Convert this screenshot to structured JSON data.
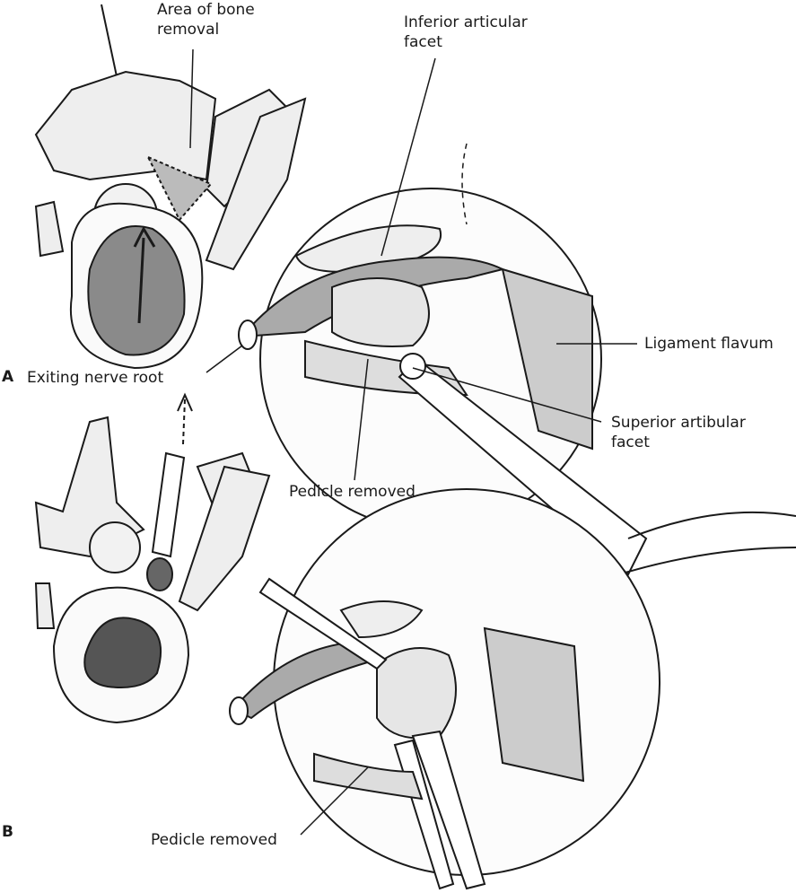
{
  "panels": {
    "a": "A",
    "b": "B"
  },
  "labels": {
    "area_bone_removal_1": "Area of bone",
    "area_bone_removal_2": "removal",
    "inferior_facet_1": "Inferior articular",
    "inferior_facet_2": "facet",
    "ligament_flavum": "Ligament flavum",
    "exiting_nerve_root": "Exiting nerve root",
    "superior_facet_1": "Superior artibular",
    "superior_facet_2": "facet",
    "pedicle_removed_a": "Pedicle removed",
    "pedicle_removed_b": "Pedicle removed"
  },
  "colors": {
    "ink": "#1a1a1a",
    "shade": "#9a9a9a",
    "light": "#d9d9d9"
  }
}
